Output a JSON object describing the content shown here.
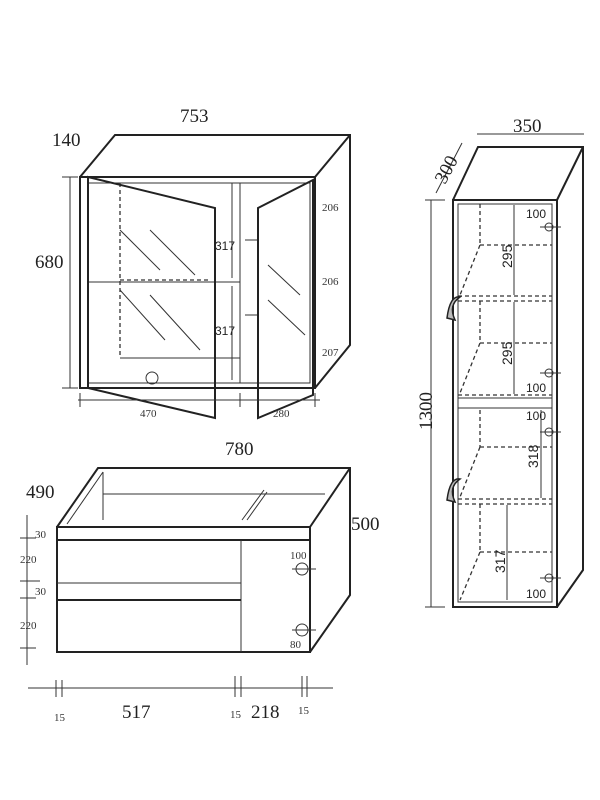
{
  "mirror_cabinet": {
    "width": "753",
    "depth": "140",
    "height": "680",
    "shelf_heights": [
      "317",
      "317"
    ],
    "right_heights": [
      "206",
      "206",
      "207"
    ],
    "left_door_width": "470",
    "right_door_width": "280"
  },
  "vanity": {
    "width": "780",
    "depth": "490",
    "height": "500",
    "left_heights": [
      "30",
      "220",
      "30",
      "220"
    ],
    "hole_labels": [
      "100",
      "80"
    ],
    "bottom_widths": [
      "15",
      "517",
      "15",
      "218",
      "15"
    ]
  },
  "tall_cabinet": {
    "width": "350",
    "depth": "300",
    "height": "1300",
    "compartment_heights": [
      "295",
      "295",
      "318",
      "317"
    ],
    "hole_labels": [
      "100",
      "100",
      "100",
      "100"
    ]
  }
}
